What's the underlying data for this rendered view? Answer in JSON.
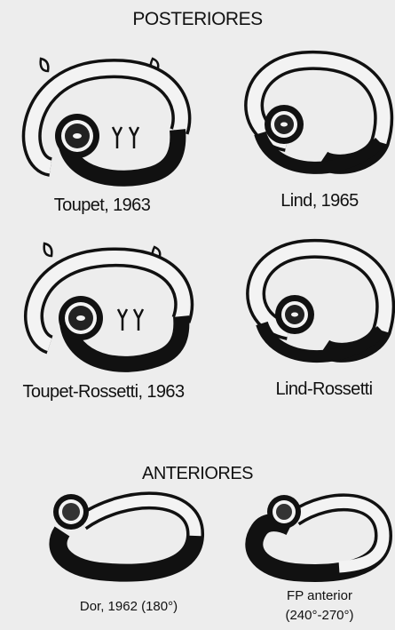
{
  "sections": {
    "posteriores": {
      "title": "POSTERIORES",
      "figures": [
        {
          "caption": "Toupet, 1963"
        },
        {
          "caption": "Lind, 1965"
        },
        {
          "caption": "Toupet-Rossetti, 1963"
        },
        {
          "caption": "Lind-Rossetti"
        }
      ]
    },
    "anteriores": {
      "title": "ANTERIORES",
      "figures": [
        {
          "caption": "Dor, 1962 (180°)"
        },
        {
          "caption_line1": "FP anterior",
          "caption_line2": "(240°-270°)"
        }
      ]
    }
  }
}
